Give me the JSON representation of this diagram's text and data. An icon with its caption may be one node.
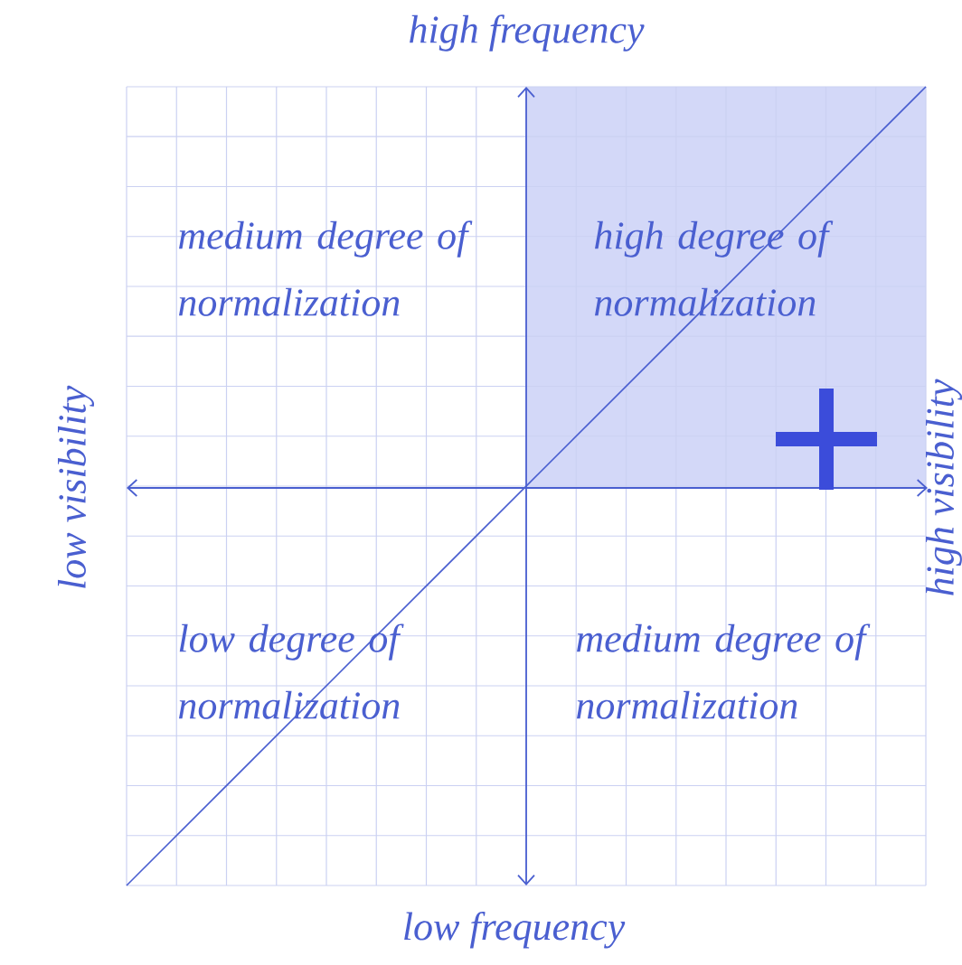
{
  "diagram": {
    "labels": [
      "high frequency",
      "medium degree of normalization",
      "high degree of normalization",
      "low visibility",
      "high visibility",
      "low degree of normalization",
      "medium degree of normalization",
      "low frequency"
    ]
  }
}
